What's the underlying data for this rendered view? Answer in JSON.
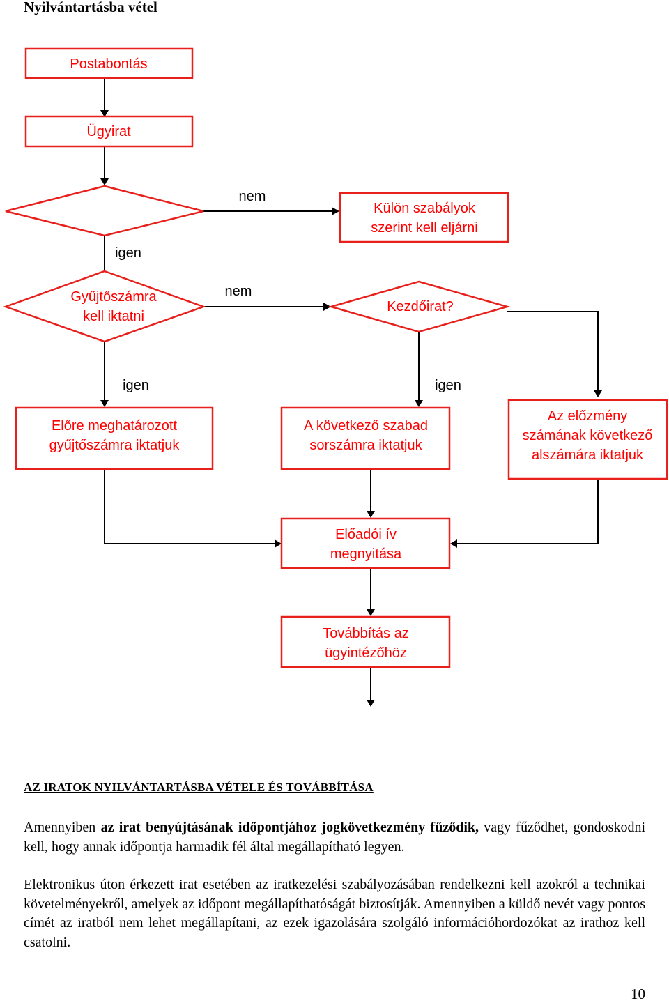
{
  "page": {
    "title": "Nyilvántartásba vétel",
    "page_number": "10"
  },
  "flowchart": {
    "colors": {
      "node_border": "#e8201c",
      "node_text": "#ff0000",
      "edge": "#000000"
    },
    "nodes": {
      "postabontas": "Postabontás",
      "ugyirat": "Ügyirat",
      "diamond_top": "",
      "kulon_szabalyok": [
        "Külön szabályok",
        "szerint kell eljárni"
      ],
      "gyujtoszamra": [
        "Gyűjtőszámra",
        "kell iktatni"
      ],
      "kezdoirat": "Kezdőirat?",
      "elore_meghatarozott": [
        "Előre meghatározott",
        "gyűjtőszámra iktatjuk"
      ],
      "kovetkezo_szabad": [
        "A következő szabad",
        "sorszámra iktatjuk"
      ],
      "elozmeny": [
        "Az előzmény",
        "számának következő",
        "alszámára iktatjuk"
      ],
      "eloadoi_iv": [
        "Előadói ív",
        "megnyitása"
      ],
      "tovabbitas": [
        "Továbbítás az",
        "ügyintézőhöz"
      ]
    },
    "edge_labels": {
      "nem_1": "nem",
      "igen_1": "igen",
      "nem_2": "nem",
      "igen_2": "igen",
      "igen_3": "igen"
    }
  },
  "section": {
    "heading": "AZ IRATOK NYILVÁNTARTÁSBA VÉTELE ÉS TOVÁBBÍTÁSA",
    "p1": {
      "intro": "Amennyiben ",
      "bold": "az irat benyújtásának időpontjához jogkövetkezmény fűződik,",
      "rest": " vagy fűződhet, gondoskodni kell, hogy annak időpontja harmadik fél által megállapítható legyen."
    },
    "p2": "Elektronikus úton érkezett irat esetében az iratkezelési szabályozásában rendelkezni kell azokról a technikai követelményekről, amelyek az időpont megállapíthatóságát biztosítják. Amennyiben a küldő nevét vagy pontos címét az iratból nem lehet megállapítani, az ezek igazolására szolgáló információhordozókat az irathoz kell csatolni."
  }
}
